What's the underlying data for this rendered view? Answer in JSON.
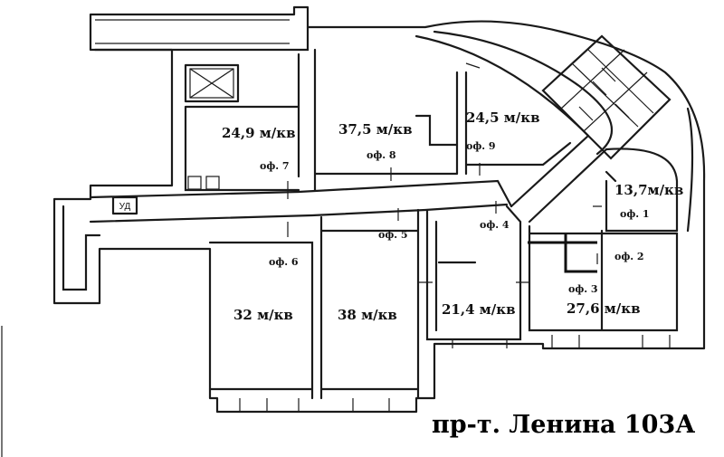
{
  "rooms": [
    {
      "id": "r1",
      "area": "24,9 м/кв",
      "office": "оф. 7"
    },
    {
      "id": "r2",
      "area": "37,5 м/кв",
      "office": "оф. 8"
    },
    {
      "id": "r3",
      "area": "24,5 м/кв",
      "office": "оф. 9"
    },
    {
      "id": "r4",
      "area": "13,7м/кв",
      "office": "оф. 1"
    },
    {
      "id": "r5",
      "area": "32 м/кв",
      "office": "оф. 6"
    },
    {
      "id": "r6",
      "area": "38 м/кв",
      "office": "оф. 5"
    },
    {
      "id": "r7",
      "area": "21,4 м/кв",
      "office": "оф. 4"
    },
    {
      "id": "r8",
      "area": "27,6 м/кв",
      "office": "оф. 2"
    },
    {
      "id": "r9",
      "area": "",
      "office": "оф. 3"
    }
  ],
  "stair_label": "УД",
  "address": "пр-т. Ленина 103А"
}
